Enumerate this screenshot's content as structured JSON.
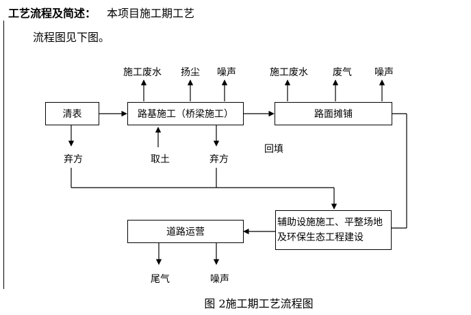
{
  "heading": {
    "bold": "工艺流程及简述：",
    "rest": "本项目施工期工艺"
  },
  "intro": "流程图见下图。",
  "boxes": {
    "qingbiao": "清表",
    "luji": "路基施工（桥梁施工）",
    "lumian": "路面摊铺",
    "fuzhu_line1": "辅助设施施工、平整场地",
    "fuzhu_line2": "及环保生态工程建设",
    "daolu": "道路运营"
  },
  "labels": {
    "luji_wastewater": "施工废水",
    "luji_dust": "扬尘",
    "luji_noise": "噪声",
    "lumian_wastewater": "施工废水",
    "lumian_gas": "废气",
    "lumian_noise": "噪声",
    "qingbiao_spoil": "弃方",
    "luji_borrow": "取土",
    "luji_spoil": "弃方",
    "backfill": "回填",
    "daolu_exhaust": "尾气",
    "daolu_noise": "噪声"
  },
  "caption": "图 2施工期工艺流程图"
}
